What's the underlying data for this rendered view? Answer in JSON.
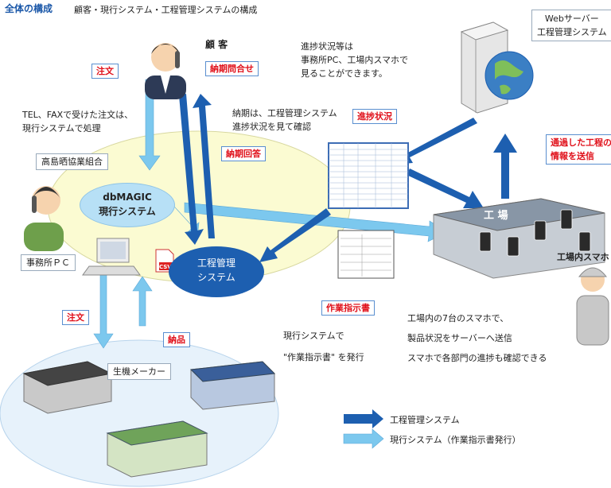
{
  "header": {
    "title": "全体の構成",
    "subtitle": "顧客・現行システム・工程管理システムの構成"
  },
  "nodes": {
    "customer": "顧 客",
    "web_server": [
      "Webサーバー",
      "工程管理システム"
    ],
    "association": "高島晒協業組合",
    "current_system": [
      "dbMAGIC",
      "現行システム"
    ],
    "process_system": [
      "工程管理",
      "システム"
    ],
    "office_pc": "事務所ＰＣ",
    "factory": "工 場",
    "factory_phones": "工場内スマホ",
    "manufacturer": "生機メーカー",
    "csv": "CSV"
  },
  "tags": {
    "order_top": "注文",
    "delivery_inquiry": "納期問合せ",
    "delivery_answer": "納期回答",
    "progress": "進捗状況",
    "passed_process": [
      "通過した工程の",
      "情報を送信"
    ],
    "work_order": "作業指示書",
    "order_bottom": "注文",
    "delivery": "納品"
  },
  "notes": {
    "office_view": [
      "進捗状況等は",
      "事務所PC、工場内スマホで",
      "見ることができます。"
    ],
    "order_handling": [
      "TEL、FAXで受けた注文は、",
      "現行システムで処理"
    ],
    "delivery_check": [
      "納期は、工程管理システム",
      "進捗状況を見て確認"
    ],
    "issue_order": [
      "現行システムで",
      "\"作業指示書\" を発行"
    ],
    "phones_note": [
      "工場内の7台のスマホで、",
      "製品状況をサーバーへ送信",
      "スマホで各部門の進捗も確認できる"
    ]
  },
  "legend": {
    "dark": {
      "label": "工程管理システム",
      "color": "#1d5fb0"
    },
    "light": {
      "label": "現行システム（作業指示書発行）",
      "color": "#7cc8ee"
    }
  },
  "colors": {
    "title": "#1a57a8",
    "tag_red": "#e0101a",
    "ellipse_yellow": "#fbfbd2",
    "ellipse_blue": "#e7f2fb",
    "node_light": "#b7e0f6",
    "node_dark": "#1d5fb0"
  }
}
